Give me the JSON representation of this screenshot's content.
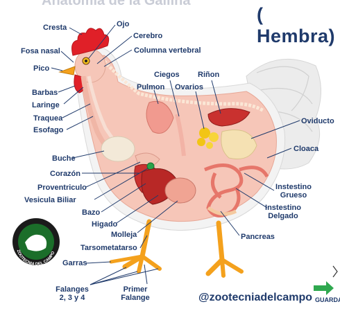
{
  "title": {
    "top_partial": "Anatomía de la Gallina",
    "subtitle": "( Hembra)"
  },
  "labels": {
    "cresta": "Cresta",
    "ojo": "Ojo",
    "cerebro": "Cerebro",
    "fosa_nasal": "Fosa nasal",
    "columna_vertebral": "Columna vertebral",
    "pico": "Pico",
    "ciegos": "Ciegos",
    "rinon": "Riñon",
    "pulmon": "Pulmon",
    "ovarios": "Ovarios",
    "barbas": "Barbas",
    "laringe": "Laringe",
    "traquea": "Traquea",
    "esofago": "Esofago",
    "oviducto": "Oviducto",
    "cloaca": "Cloaca",
    "buche": "Buche",
    "corazon": "Corazón",
    "proventriculo": "Proventriculo",
    "vesicula_biliar": "Vesicula Biliar",
    "bazo": "Bazo",
    "higado": "Higado",
    "molleja": "Molleja",
    "intestino_grueso_1": "Instestino",
    "intestino_grueso_2": "Grueso",
    "intestino_delgado_1": "Instestino",
    "intestino_delgado_2": "Delgado",
    "pancreas": "Pancreas",
    "tarsometatarso": "Tarsometatarso",
    "garras": "Garras",
    "falanges_1": "Falanges",
    "falanges_2": "2, 3 y 4",
    "primer_falange_1": "Primer",
    "primer_falange_2": "Falange"
  },
  "logo": {
    "text": "ZOOTECNIA DEL CAMPO"
  },
  "footer": {
    "handle": "@zootecniadelcampo",
    "brand": "GUARDAL"
  },
  "colors": {
    "label_text": "#1f3a6b",
    "leader_line": "#1f3a6b",
    "comb": "#e02028",
    "body_pink": "#f6c6b8",
    "feather_white": "#f3f3f3",
    "beak_leg": "#f4a11d",
    "logo_green": "#1b6e2a",
    "arrow_green": "#2fa84f"
  }
}
